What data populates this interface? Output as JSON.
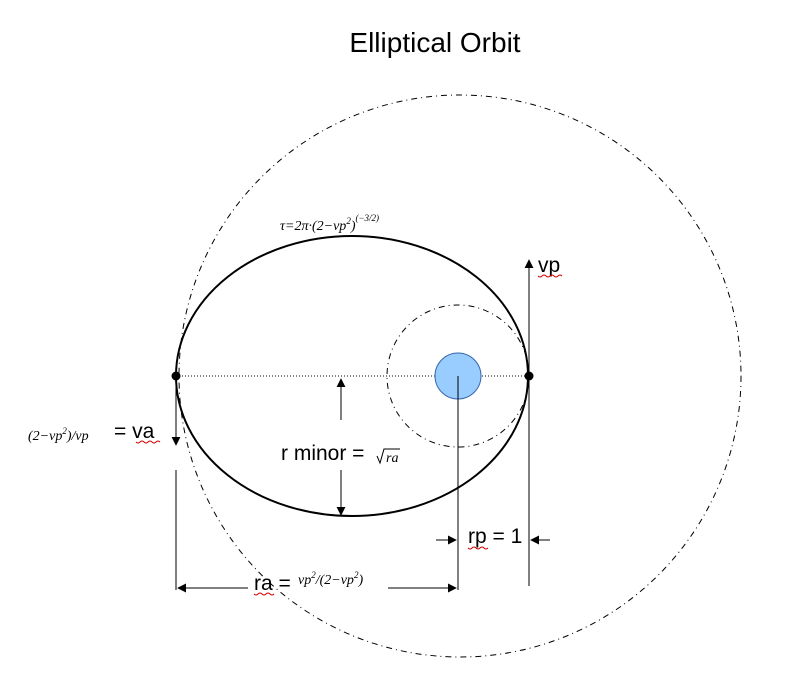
{
  "title": "Elliptical Orbit",
  "labels": {
    "vp": "vp",
    "va": "= va",
    "r_minor": "r minor =",
    "rp": "rp = 1",
    "ra": "ra ="
  },
  "formulas": {
    "period": "τ=2π·(2−vp²)^(−3/2)",
    "va_expr": "(2−vp²)/vp",
    "r_minor_expr": "√ra",
    "ra_expr": "vp²/(2−vp²)"
  },
  "colors": {
    "body_fill": "#99ccff",
    "body_stroke": "#3366aa",
    "line": "#000000",
    "spell_check": "#cc0000"
  }
}
